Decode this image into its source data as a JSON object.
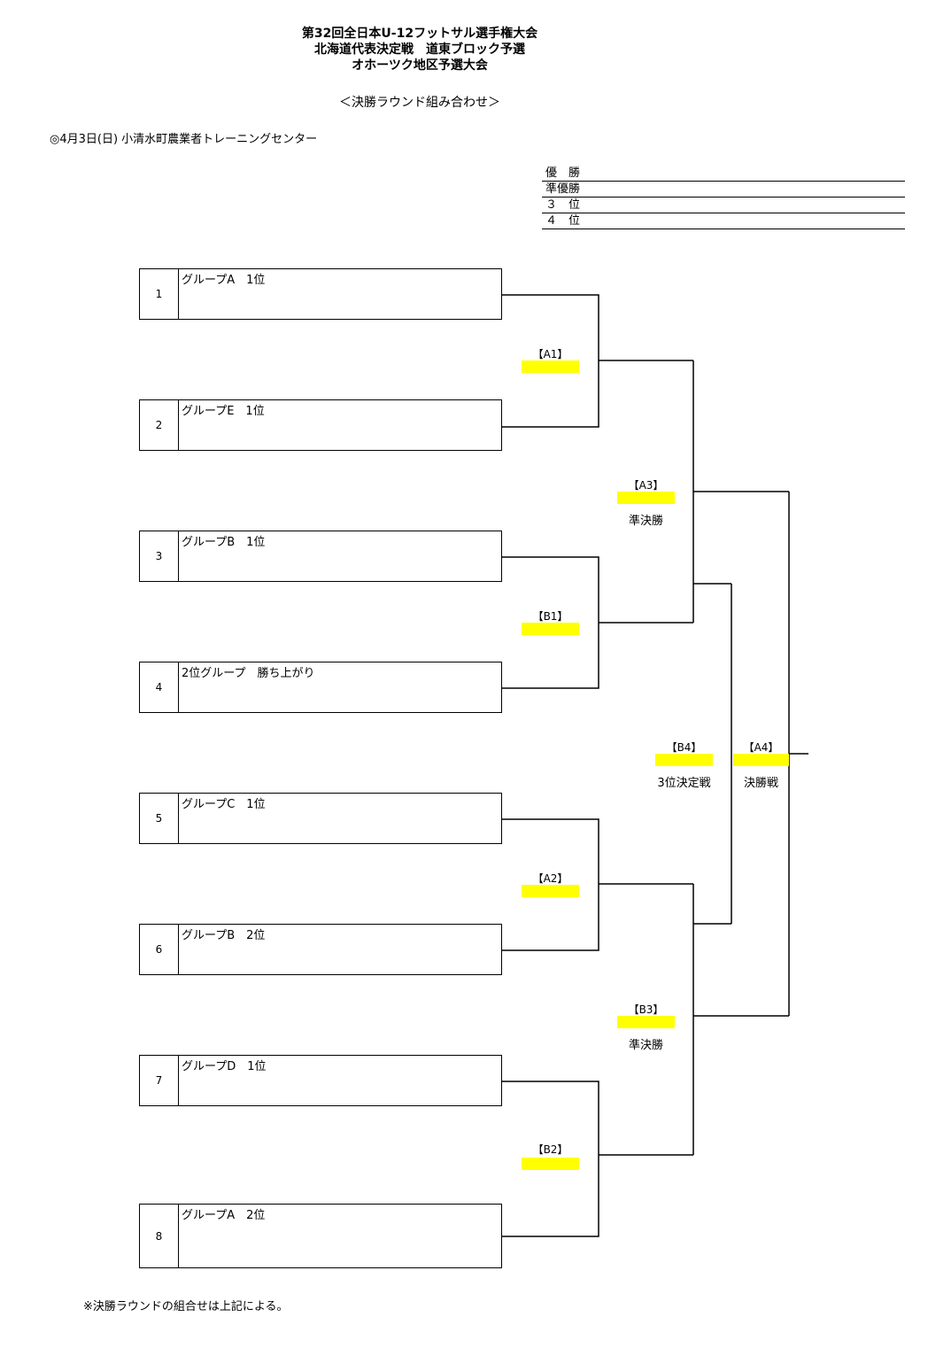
{
  "header": {
    "title_line1": "第32回全日本U-12フットサル選手権大会",
    "title_line2": "北海道代表決定戦　道東ブロック予選",
    "title_line3": "オホーツク地区予選大会",
    "subtitle": "＜決勝ラウンド組み合わせ＞"
  },
  "venue": "◎4月3日(日)  小清水町農業者トレーニングセンター",
  "results": {
    "winner": "優　勝",
    "runner_up": "準優勝",
    "third": "３　位",
    "fourth": "４　位"
  },
  "teams": [
    {
      "num": "1",
      "name": "グループA　1位"
    },
    {
      "num": "2",
      "name": "グループE　1位"
    },
    {
      "num": "3",
      "name": "グループB　1位"
    },
    {
      "num": "4",
      "name": "2位グループ　勝ち上がり"
    },
    {
      "num": "5",
      "name": "グループC　1位"
    },
    {
      "num": "6",
      "name": "グループB　2位"
    },
    {
      "num": "7",
      "name": "グループD　1位"
    },
    {
      "num": "8",
      "name": "グループA　2位"
    }
  ],
  "matches": {
    "a1": "【A1】",
    "b1": "【B1】",
    "a2": "【A2】",
    "b2": "【B2】",
    "a3": "【A3】",
    "a3_round": "準決勝",
    "b3": "【B3】",
    "b3_round": "準決勝",
    "b4": "【B4】",
    "b4_round": "3位決定戦",
    "a4": "【A4】",
    "a4_round": "決勝戦"
  },
  "footnote": "※決勝ラウンドの組合せは上記による。",
  "colors": {
    "highlight": "#ffff00",
    "line": "#000000"
  }
}
